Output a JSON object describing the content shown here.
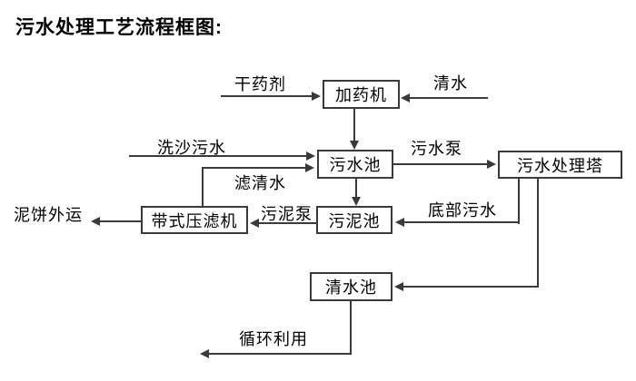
{
  "title": "污水处理工艺流程框图:",
  "nodes": {
    "dosing_machine": "加药机",
    "sewage_pool": "污水池",
    "treatment_tower": "污水处理塔",
    "belt_filter_press": "带式压滤机",
    "sludge_pool": "污泥池",
    "clean_water_pool": "清水池"
  },
  "flow_labels": {
    "dry_agent": "干药剂",
    "clean_water": "清水",
    "sand_washing_sewage": "洗沙污水",
    "filtered_water": "滤清水",
    "sewage_pump": "污水泵",
    "sludge_pump": "污泥泵",
    "bottom_sewage": "底部污水",
    "mud_cake_outbound": "泥饼外运",
    "recycling_use": "循环利用"
  },
  "colors": {
    "line": "#3a3a3a",
    "text": "#000000",
    "background": "#ffffff"
  }
}
